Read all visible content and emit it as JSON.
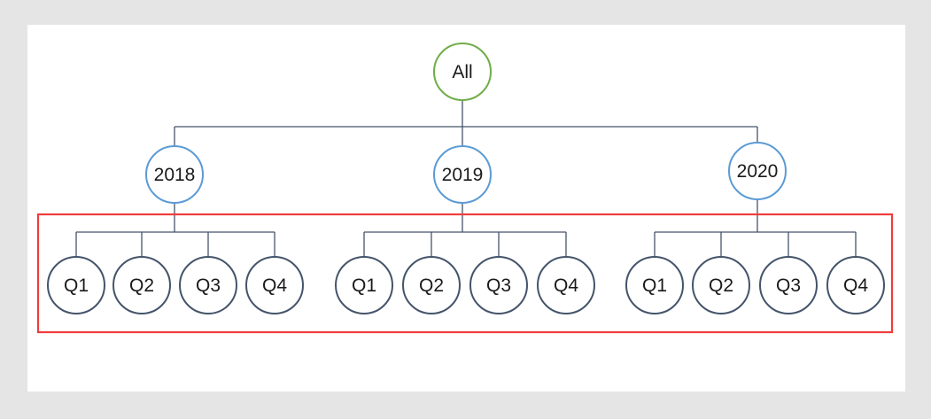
{
  "diagram": {
    "type": "hierarchy-tree",
    "root": {
      "label": "All"
    },
    "years": [
      {
        "label": "2018",
        "quarters": [
          "Q1",
          "Q2",
          "Q3",
          "Q4"
        ]
      },
      {
        "label": "2019",
        "quarters": [
          "Q1",
          "Q2",
          "Q3",
          "Q4"
        ]
      },
      {
        "label": "2020",
        "quarters": [
          "Q1",
          "Q2",
          "Q3",
          "Q4"
        ]
      }
    ],
    "colors": {
      "page_bg": "#E5E5E5",
      "canvas_bg": "#FFFFFF",
      "root_green": "#70AD47",
      "year_blue": "#5B9BD5",
      "quarter_navy": "#44546A",
      "connector": "#44546A",
      "highlight_red": "#F03B3B",
      "text": "#1A1A1A"
    }
  }
}
